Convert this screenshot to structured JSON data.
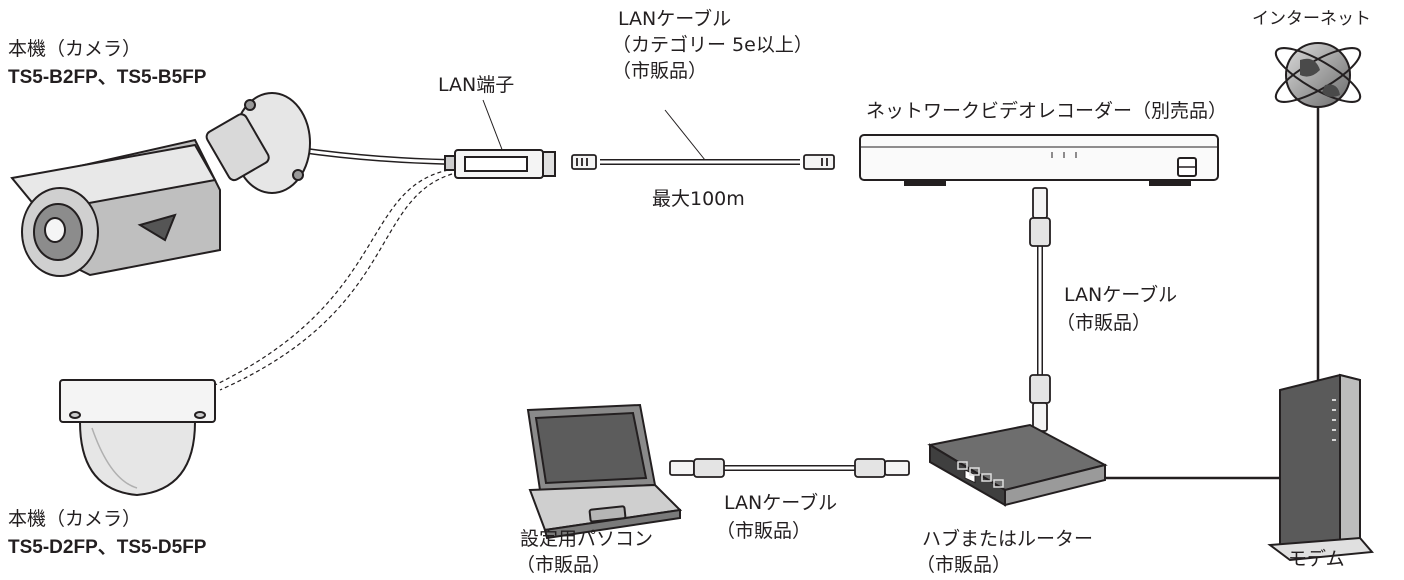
{
  "camera_bullet": {
    "label": "本機（カメラ）",
    "models": "TS5-B2FP、TS5-B5FP"
  },
  "camera_dome": {
    "label": "本機（カメラ）",
    "models": "TS5-D2FP、TS5-D5FP"
  },
  "lan_terminal": "LAN端子",
  "cable_top": {
    "line1": "LANケーブル",
    "line2": "（カテゴリー 5e以上）",
    "line3": "（市販品）",
    "distance": "最大100m"
  },
  "nvr": {
    "label": "ネットワークビデオレコーダー（別売品）"
  },
  "internet": {
    "label": "インターネット"
  },
  "cable_right": {
    "line1": "LANケーブル",
    "line2": "（市販品）"
  },
  "cable_bottom": {
    "line1": "LANケーブル",
    "line2": "（市販品）"
  },
  "pc": {
    "line1": "設定用パソコン",
    "line2": "（市販品）"
  },
  "hub": {
    "line1": "ハブまたはルーター",
    "line2": "（市販品）"
  },
  "modem": {
    "label": "モデム"
  }
}
